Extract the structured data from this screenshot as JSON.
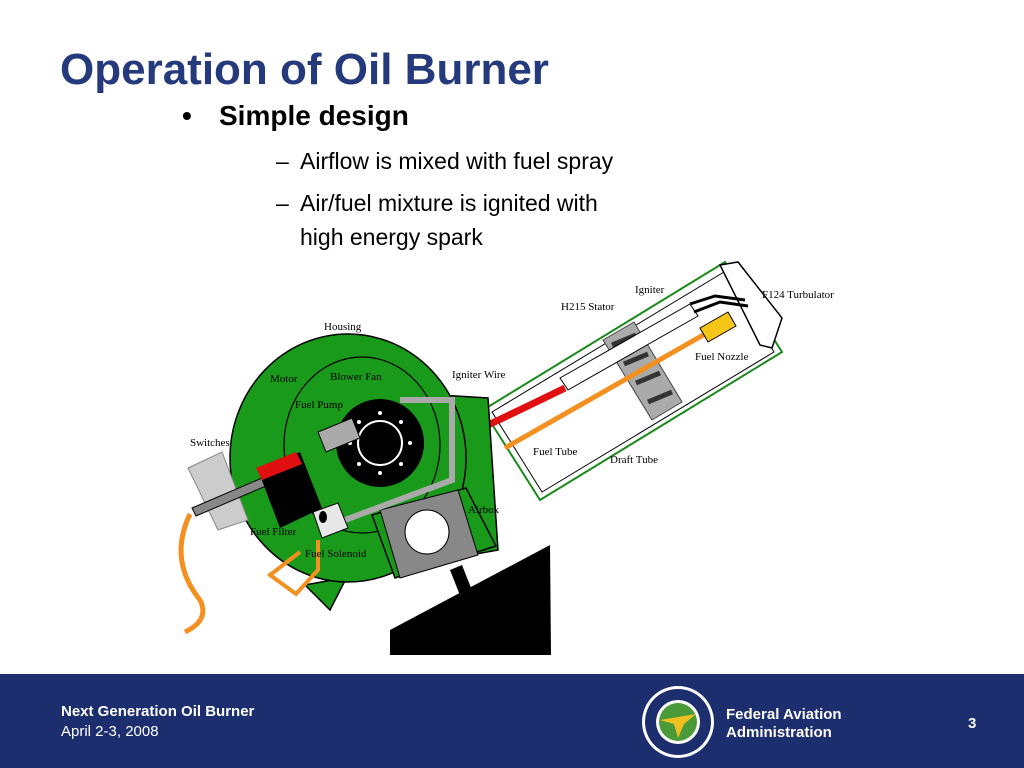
{
  "slide": {
    "title": "Operation of Oil Burner",
    "bullet": "Simple design",
    "sub_bullets": [
      "Airflow is mixed with fuel spray",
      "Air/fuel mixture is ignited with high energy spark"
    ]
  },
  "diagram": {
    "labels": {
      "housing": "Housing",
      "motor": "Motor",
      "blower_fan": "Blower Fan",
      "fuel_pump": "Fuel Pump",
      "switches": "Switches",
      "fuel_filter": "Fuel Filter",
      "fuel_solenoid": "Fuel Solenoid",
      "airbox": "Airbox",
      "igniter_wire": "Igniter Wire",
      "fuel_tube": "Fuel Tube",
      "draft_tube": "Draft Tube",
      "h215_stator": "H215 Stator",
      "igniter": "Igniter",
      "f124_turbulator": "F124 Turbulator",
      "fuel_nozzle": "Fuel Nozzle"
    },
    "colors": {
      "housing": "#1a9a1a",
      "outline": "#000000",
      "fuel_line": "#f39020",
      "igniter_wire": "#e01010",
      "stand": "#000000"
    }
  },
  "footer": {
    "title": "Next Generation Oil Burner",
    "date": "April 2-3, 2008",
    "agency_line1": "Federal Aviation",
    "agency_line2": "Administration",
    "page_number": "3",
    "background": "#1d2e6e"
  }
}
